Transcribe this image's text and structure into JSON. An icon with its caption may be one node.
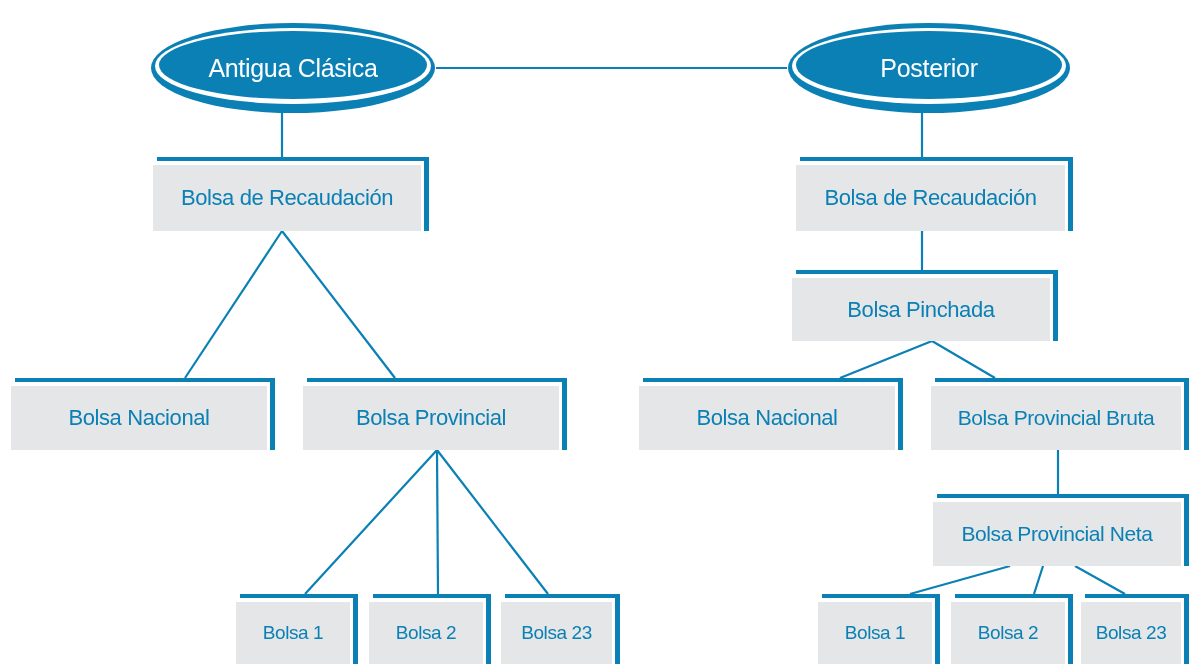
{
  "diagram": {
    "nodes": [
      {
        "text": [
          "Antigua Clásica"
        ]
      },
      {
        "text": [
          "Posterior"
        ]
      },
      {
        "text": [
          "Bolsa de Recaudación"
        ]
      },
      {
        "text": [
          "Bolsa de Recaudación"
        ]
      },
      {
        "text": [
          "Bolsa Pinchada"
        ]
      },
      {
        "text": [
          "Bolsa Nacional"
        ]
      },
      {
        "text": [
          "Bolsa Provincial"
        ]
      },
      {
        "text": [
          "Bolsa Nacional"
        ]
      },
      {
        "text": [
          "Bolsa Provincial Bruta"
        ]
      },
      {
        "text": [
          "Bolsa Provincial Neta"
        ]
      },
      {
        "text": [
          "Bolsa 1"
        ]
      },
      {
        "text": [
          "Bolsa 2"
        ]
      },
      {
        "text": [
          "Bolsa 23"
        ]
      },
      {
        "text": [
          "Bolsa 1"
        ]
      },
      {
        "text": [
          "Bolsa 2"
        ]
      },
      {
        "text": [
          "Bolsa 23"
        ]
      }
    ],
    "edges": [
      {
        "from": 0,
        "to": 1,
        "arrow": "none"
      },
      {
        "from": 0,
        "to": 2,
        "arrow": "none"
      },
      {
        "from": 1,
        "to": 3,
        "arrow": "none"
      },
      {
        "from": 2,
        "to": 5,
        "arrow": "none"
      },
      {
        "from": 2,
        "to": 6,
        "arrow": "none"
      },
      {
        "from": 6,
        "to": 10,
        "arrow": "none"
      },
      {
        "from": 6,
        "to": 11,
        "arrow": "none"
      },
      {
        "from": 6,
        "to": 12,
        "arrow": "none"
      },
      {
        "from": 3,
        "to": 4,
        "arrow": "none"
      },
      {
        "from": 4,
        "to": 7,
        "arrow": "none"
      },
      {
        "from": 4,
        "to": 8,
        "arrow": "none"
      },
      {
        "from": 8,
        "to": 9,
        "arrow": "none"
      },
      {
        "from": 9,
        "to": 13,
        "arrow": "none"
      },
      {
        "from": 9,
        "to": 14,
        "arrow": "none"
      },
      {
        "from": 9,
        "to": 15,
        "arrow": "none"
      }
    ]
  }
}
